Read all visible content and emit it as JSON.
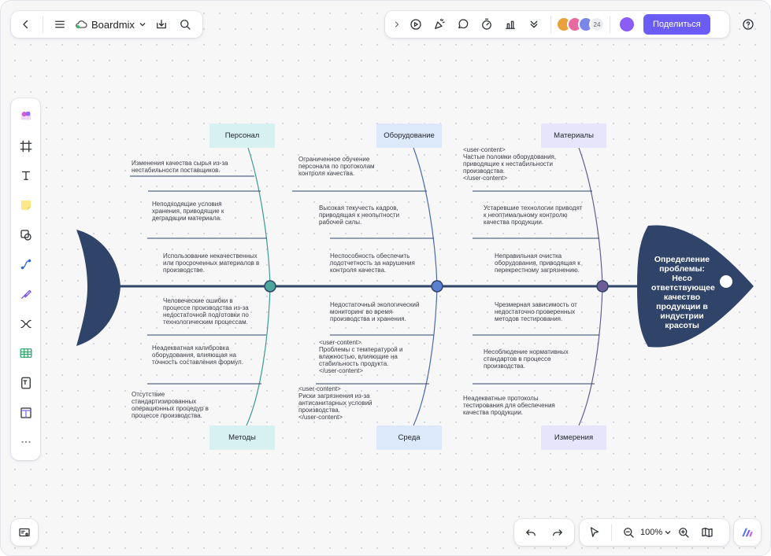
{
  "app": {
    "name": "Boardmix",
    "share_label": "Поделиться",
    "collaborator_count": "24",
    "zoom": "100%"
  },
  "colors": {
    "accent": "#6b5cf5",
    "fish": "#2f4468",
    "personnel": "#d6f1ef",
    "equipment": "#dce9fb",
    "materials": "#e6e5fb",
    "methods": "#d6f1ef",
    "environment": "#dce9fb",
    "measurements": "#e6e5fb"
  },
  "diagram": {
    "problem": "Определение проблемы: Несо ответствующее качество продукции в индустрии красоты",
    "categories": {
      "personnel": "Персонал",
      "equipment": "Оборудование",
      "materials": "Материалы",
      "methods": "Методы",
      "environment": "Среда",
      "measurements": "Измерения"
    },
    "causes": {
      "p1": "Изменения качества сырья из-за\nнестабильности поставщиков.",
      "p2": "Неподходящие условия\nхранения, приводящие к\nдеградации материала.",
      "p3": "Использование некачественных\nили просроченных материалов в\nпроизводстве.",
      "m1": "Человеческие ошибки в\nпроцессе производства из-за\nнедостаточной подготовки по\nтехнологическим процессам.",
      "m2": "Неадекватная калибровка\nоборудования, влияющая на\nточность составления формул.",
      "m3": "Отсутствие\nстандартизированных\nоперационных процедур в\nпроцессе производства.",
      "e1": "Ограниченное обучение\nперсонала по протоколам\nконтроля качества.",
      "e2": "Высокая текучесть кадров,\nприводящая к неопытности\nрабочей силы.",
      "e3": "Неспособность обеспечить\nподотчетность за нарушения\nконтроля качества.",
      "s1": "Недостаточный экологический\nмониторинг во время\nпроизводства и хранения.",
      "s2": "<user-content>\nПроблемы с температурой и\nвлажностью, влияющие на\nстабильность продукта.\n</user-content>",
      "s3": "<user-content>\nРиски загрязнения из-за\nантисанитарных условий\nпроизводства.\n</user-content>",
      "t1": "<user-content>\nЧастые поломки оборудования,\nприводящие к нестабильности\nпроизводства.\n</user-content>",
      "t2": "Устаревшие технологии приводят\nк неоптимальному контролю\nкачества продукции.",
      "t3": "Неправильная очистка\nоборудования, приводящая к\nперекрестному загрязнению.",
      "z1": "Чрезмерная зависимость от\nнедостаточно проверенных\nметодов тестирования.",
      "z2": "Несоблюдение нормативных\nстандартов в процессе\nпроизводства.",
      "z3": "Неадекватные протоколы\nтестирования для обеспечения\nкачества продукции."
    }
  }
}
